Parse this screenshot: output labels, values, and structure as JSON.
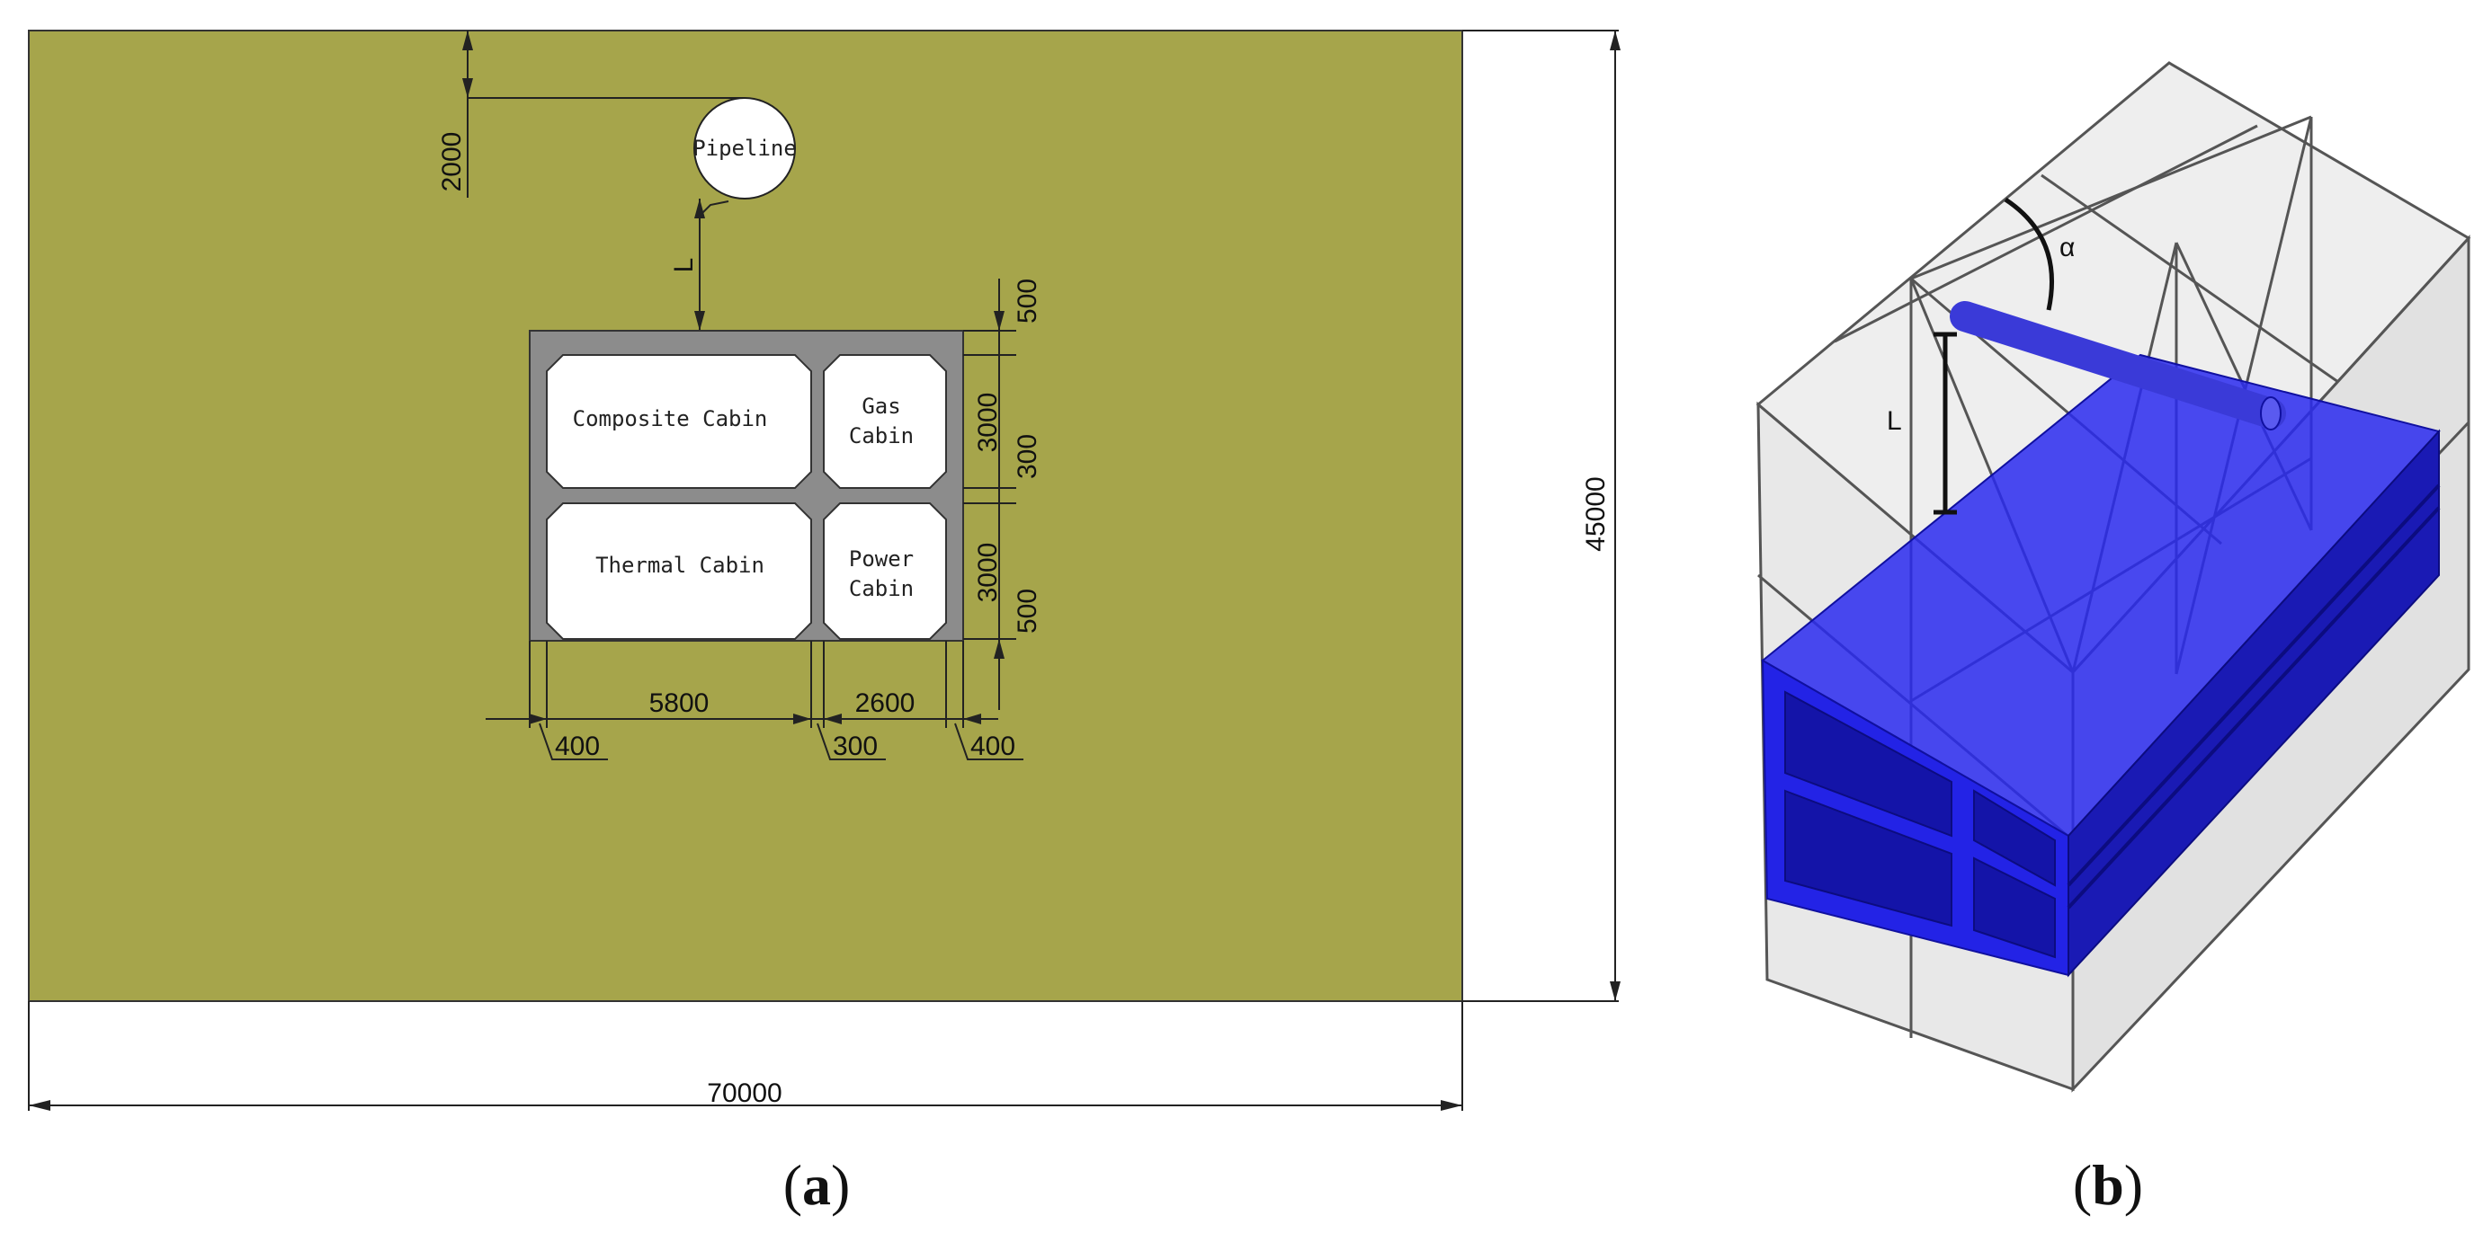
{
  "panel_a": {
    "caption_letter": "a",
    "pipeline_label": "Pipeline",
    "cabins": {
      "composite": "Composite Cabin",
      "gas_line1": "Gas",
      "gas_line2": "Cabin",
      "thermal": "Thermal Cabin",
      "power_line1": "Power",
      "power_line2": "Cabin"
    },
    "dimensions": {
      "soil_width": "70000",
      "soil_height": "45000",
      "pipe_depth": "2000",
      "distance_L": "L",
      "top_slab": "500",
      "upper_cell": "3000",
      "mid_slab": "300",
      "lower_cell": "3000",
      "bottom_slab": "500",
      "left_cell_width": "5800",
      "right_cell_width": "2600",
      "left_wall": "400",
      "mid_wall": "300",
      "right_wall": "400"
    },
    "colors": {
      "soil": "#a6a54b",
      "tunnel_wall": "#8c8c8c",
      "cabin": "#ffffff"
    }
  },
  "panel_b": {
    "caption_letter": "b",
    "label_L": "L",
    "label_alpha": "α",
    "colors": {
      "soil_block": "#d6d6d6",
      "tunnel": "#1f1fe0",
      "pipe": "#3a3ad8"
    }
  }
}
